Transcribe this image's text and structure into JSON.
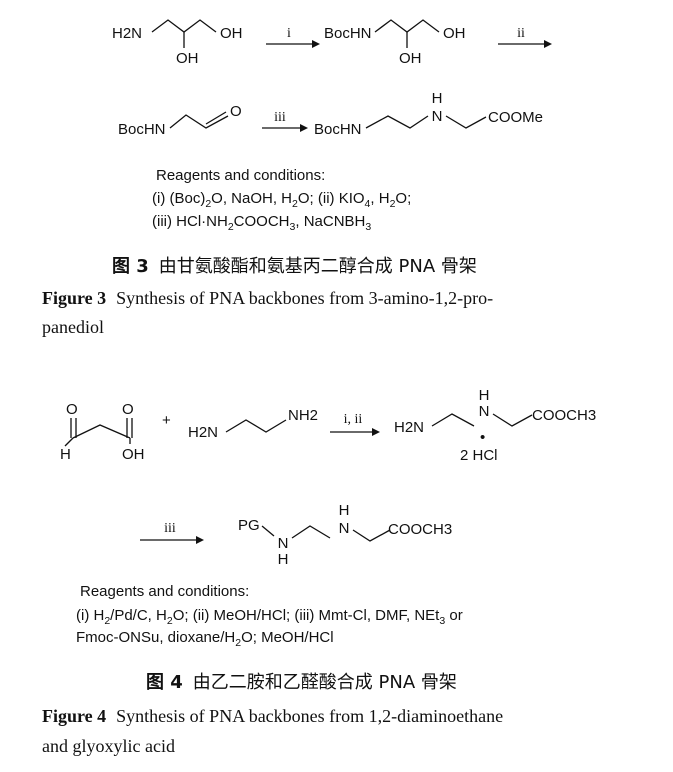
{
  "figure3": {
    "scheme": {
      "start_amine": "H2N",
      "oh_a": "OH",
      "oh_b": "OH",
      "step1_label": "i",
      "boc_amine": "BocHN",
      "oh_c": "OH",
      "oh_d": "OH",
      "step2_label": "ii",
      "boc_aldehyde": "BocHN",
      "aldehyde_o": "O",
      "step3_label": "iii",
      "product_boc": "BocHN",
      "product_nh": "H",
      "product_n": "N",
      "product_ester": "COOMe"
    },
    "reagents": {
      "title": "Reagents and conditions:",
      "line1_prefix": "(i) (Boc)",
      "line1_sub1": "2",
      "line1_mid": "O, NaOH, H",
      "line1_sub2": "2",
      "line1_mid2": "O; (ii) KIO",
      "line1_sub3": "4",
      "line1_mid3": ", H",
      "line1_sub4": "2",
      "line1_end": "O;",
      "line2_prefix": "(iii) HCl·NH",
      "line2_sub1": "2",
      "line2_mid": "COOCH",
      "line2_sub2": "3",
      "line2_end": ", NaCNBH",
      "line2_sub3": "3"
    },
    "caption_zh_label": "图 3",
    "caption_zh_text": "由甘氨酸酯和氨基丙二醇合成 PNA 骨架",
    "caption_en_label": "Figure 3",
    "caption_en_line1": "Synthesis of PNA backbones from 3-amino-1,2-pro-",
    "caption_en_line2": "panediol"
  },
  "figure4": {
    "scheme": {
      "glyox_o1": "O",
      "glyox_o2": "O",
      "glyox_h": "H",
      "glyox_oh": "OH",
      "plus": "+",
      "diamine_left": "H2N",
      "diamine_right": "NH2",
      "step12_label": "i, ii",
      "prod1_left": "H2N",
      "prod1_nh": "H",
      "prod1_n": "N",
      "prod1_ester": "COOCH3",
      "prod1_dot": "•",
      "prod1_salt": "2 HCl",
      "step3_label": "iii",
      "prod2_pg": "PG",
      "prod2_n1": "N",
      "prod2_h1": "H",
      "prod2_h2": "H",
      "prod2_n2": "N",
      "prod2_ester": "COOCH3"
    },
    "reagents": {
      "title": "Reagents and conditions:",
      "line1_a": "(i) H",
      "line1_sub1": "2",
      "line1_b": "/Pd/C, H",
      "line1_sub2": "2",
      "line1_c": "O; (ii) MeOH/HCl; (iii) Mmt-Cl, DMF, NEt",
      "line1_sub3": "3",
      "line1_d": " or",
      "line2_a": "Fmoc-ONSu, dioxane/H",
      "line2_sub1": "2",
      "line2_b": "O;  MeOH/HCl"
    },
    "caption_zh_label": "图 4",
    "caption_zh_text": "由乙二胺和乙醛酸合成 PNA 骨架",
    "caption_en_label": "Figure 4",
    "caption_en_line1": "Synthesis of PNA backbones from 1,2-diaminoethane",
    "caption_en_line2": "and glyoxylic acid"
  }
}
